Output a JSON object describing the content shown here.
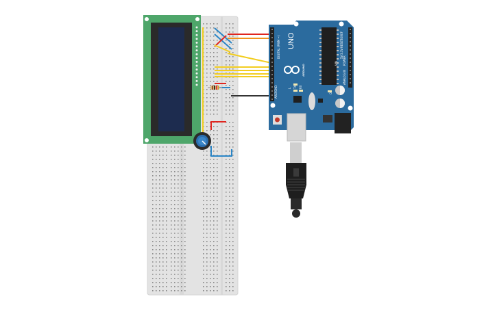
{
  "board": {
    "model": "UNO",
    "brand": "ARDUINO",
    "digital_label": "DIGITAL (PWM ~)",
    "power_label": "POWER",
    "analog_label": "ANALOG IN",
    "aref": "AREF",
    "gnd": "GND",
    "tx": "TX",
    "rx": "RX",
    "on": "ON",
    "l": "L",
    "ioref": "IOREF",
    "reset": "RESET",
    "v33": "3.3V",
    "v5": "5V",
    "vin": "VIN"
  },
  "colors": {
    "breadboard": "#e3e3e3",
    "lcd_pcb": "#4ea66a",
    "lcd_screen": "#1d2c4f",
    "arduino": "#2b6b9e",
    "wire_red": "#e0261f",
    "wire_blue": "#2a86c7",
    "wire_yellow": "#f2cd1f",
    "wire_orange": "#f0921c",
    "wire_black": "#333333",
    "pot": "#2b6fb0"
  },
  "icons": {
    "usb_cable": "usb-plug-icon",
    "potentiometer": "pot-knob-icon"
  }
}
